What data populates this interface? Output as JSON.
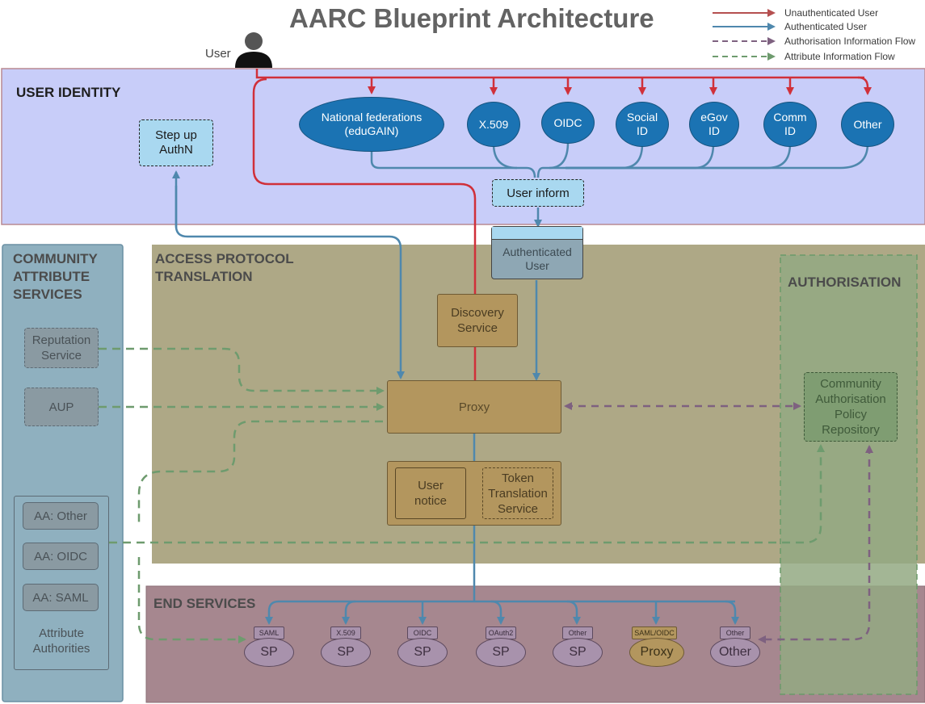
{
  "title": "AARC Blueprint Architecture",
  "legend": [
    {
      "label": "Unauthenticated User",
      "color": "#c0392b",
      "style": "solid"
    },
    {
      "label": "Authenticated User",
      "color": "#4f88ad",
      "style": "solid"
    },
    {
      "label": "Authorisation Information Flow",
      "color": "#7e6180",
      "style": "dashed"
    },
    {
      "label": "Attribute Information Flow",
      "color": "#6e9b6e",
      "style": "dashed"
    }
  ],
  "user_label": "User",
  "regions": {
    "user_identity": "USER IDENTITY",
    "community": "COMMUNITY\nATTRIBUTE\nSERVICES",
    "access": "ACCESS PROTOCOL\nTRANSLATION",
    "authorisation": "AUTHORISATION",
    "end_services": "END SERVICES"
  },
  "identity_providers": [
    {
      "label": "National federations\n(eduGAIN)"
    },
    {
      "label": "X.509"
    },
    {
      "label": "OIDC"
    },
    {
      "label": "Social\nID"
    },
    {
      "label": "eGov\nID"
    },
    {
      "label": "Comm\nID"
    },
    {
      "label": "Other"
    }
  ],
  "step_up": "Step up\nAuthN",
  "user_inform": "User inform",
  "authenticated_user": "Authenticated\nUser",
  "discovery_service": "Discovery\nService",
  "proxy": "Proxy",
  "user_notice": "User\nnotice",
  "token_translation": "Token\nTranslation\nService",
  "reputation_service": "Reputation\nService",
  "aup": "AUP",
  "attribute_authorities": {
    "items": [
      "AA: Other",
      "AA: OIDC",
      "AA: SAML"
    ],
    "caption": "Attribute\nAuthorities"
  },
  "policy_repository": "Community\nAuthorisation\nPolicy\nRepository",
  "end_services": [
    {
      "tag": "SAML",
      "label": "SP"
    },
    {
      "tag": "X.509",
      "label": "SP"
    },
    {
      "tag": "OIDC",
      "label": "SP"
    },
    {
      "tag": "OAuth2",
      "label": "SP"
    },
    {
      "tag": "Other",
      "label": "SP"
    },
    {
      "tag": "SAML/OIDC",
      "label": "Proxy"
    },
    {
      "tag": "Other",
      "label": "Other"
    }
  ]
}
